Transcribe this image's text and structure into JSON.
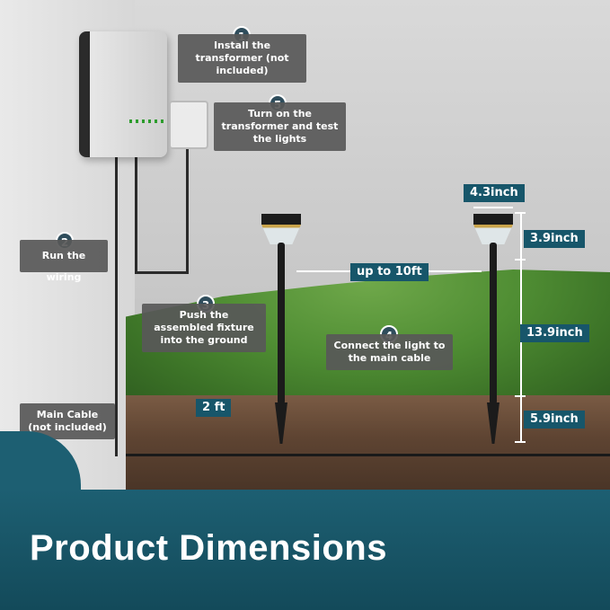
{
  "steps": [
    {
      "num": "1",
      "text": "Install the transformer (not included)"
    },
    {
      "num": "2",
      "text": "Run the wiring"
    },
    {
      "num": "3",
      "text": "Push the assembled fixture into the ground"
    },
    {
      "num": "4",
      "text": "Connect the light to the main cable"
    },
    {
      "num": "5",
      "text": "Turn on the transformer and test the lights"
    }
  ],
  "main_cable": "Main Cable (not included)",
  "dimensions": {
    "width": "4.3inch",
    "head_height": "3.9inch",
    "stem_height": "13.9inch",
    "spike_height": "5.9inch",
    "spacing": "up to 10ft",
    "depth": "2 ft"
  },
  "title": "Product Dimensions",
  "colors": {
    "banner": "#1d5f72",
    "label": "#17566a",
    "callout": "#585858"
  }
}
